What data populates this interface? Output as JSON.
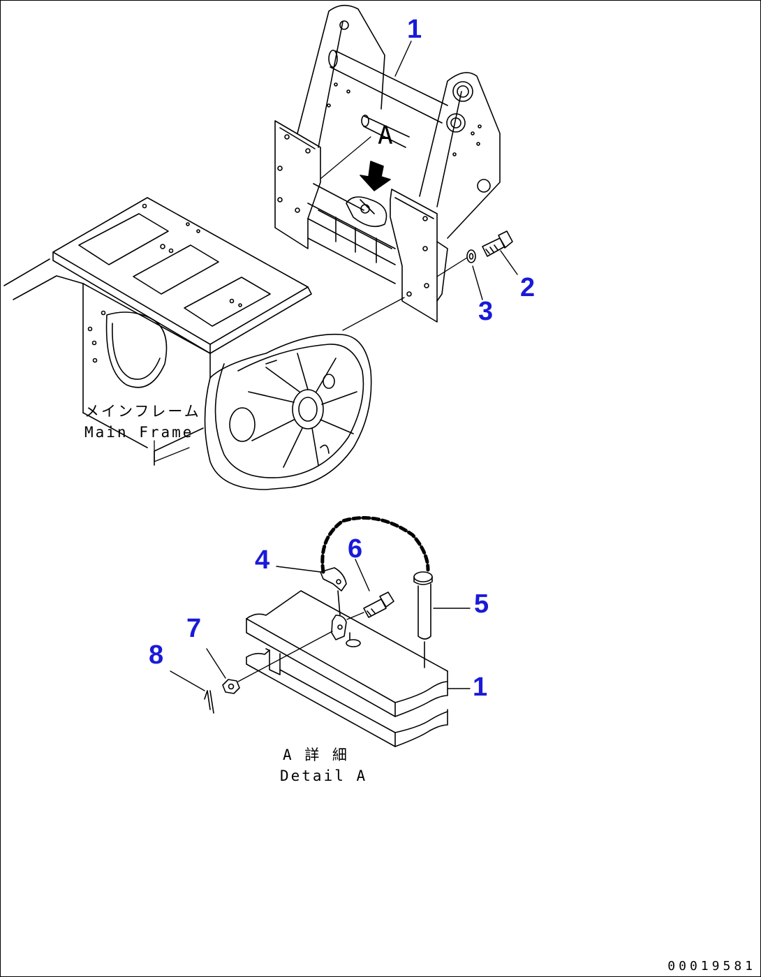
{
  "colors": {
    "callout": "#1a1ad8",
    "line": "#000000",
    "background": "#ffffff"
  },
  "callouts": {
    "c1_top": "1",
    "c2": "2",
    "c3": "3",
    "c4": "4",
    "c5": "5",
    "c6": "6",
    "c7": "7",
    "c8": "8",
    "c1_detail": "1"
  },
  "view_marker": "A",
  "labels": {
    "main_frame_jp": "メインフレーム",
    "main_frame_en": "Main Frame",
    "detail_jp": "A 詳 細",
    "detail_en": "Detail A"
  },
  "document_number": "00019581"
}
